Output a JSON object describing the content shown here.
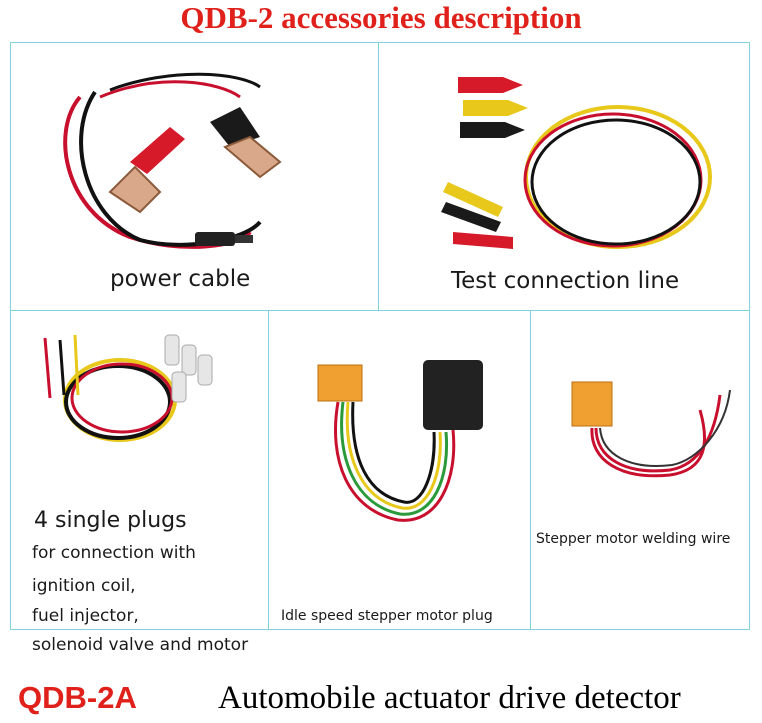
{
  "title": "QDB-2 accessories description",
  "cells": {
    "power_cable": {
      "caption": "power cable"
    },
    "test_line": {
      "caption": "Test connection line"
    },
    "single_plugs": {
      "caption": "4 single plugs",
      "lines": [
        "for connection with",
        "ignition coil,",
        " fuel injector,",
        "solenoid valve and motor"
      ]
    },
    "stepper_plug": {
      "caption": "Idle speed stepper motor plug"
    },
    "welding_wire": {
      "caption": "Stepper motor welding wire"
    }
  },
  "footer": {
    "code": "QDB-2A",
    "name": "Automobile actuator drive detector"
  },
  "colors": {
    "accent_red": "#e0201a",
    "grid_line": "#7fd3dc"
  }
}
